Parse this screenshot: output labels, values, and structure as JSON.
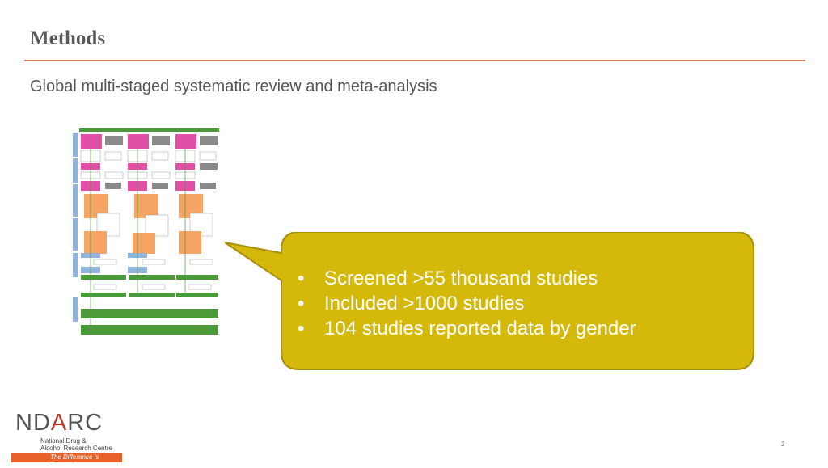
{
  "slide": {
    "title": "Methods",
    "subtitle": "Global multi-staged systematic review and meta-analysis",
    "page_number": "2"
  },
  "callout": {
    "bullets": [
      "Screened >55 thousand studies",
      "Included >1000 studies",
      "104 studies reported data by gender"
    ],
    "fill_color": "#d4b90a",
    "border_color": "#a89010"
  },
  "logo": {
    "name_left": "ND",
    "name_a": "A",
    "name_right": "RC",
    "line1": "National Drug &",
    "line2": "Alcohol Research Centre",
    "tagline": "The Difference is Research"
  },
  "colors": {
    "accent_rule": "#e08060",
    "title_text": "#5a5a5a",
    "logo_strip": "#e8622c",
    "flow_pink": "#e24fa6",
    "flow_grey": "#8a8a8a",
    "flow_orange": "#f5a463",
    "flow_green": "#4a9a3a",
    "flow_blue": "#8fb3d9"
  }
}
